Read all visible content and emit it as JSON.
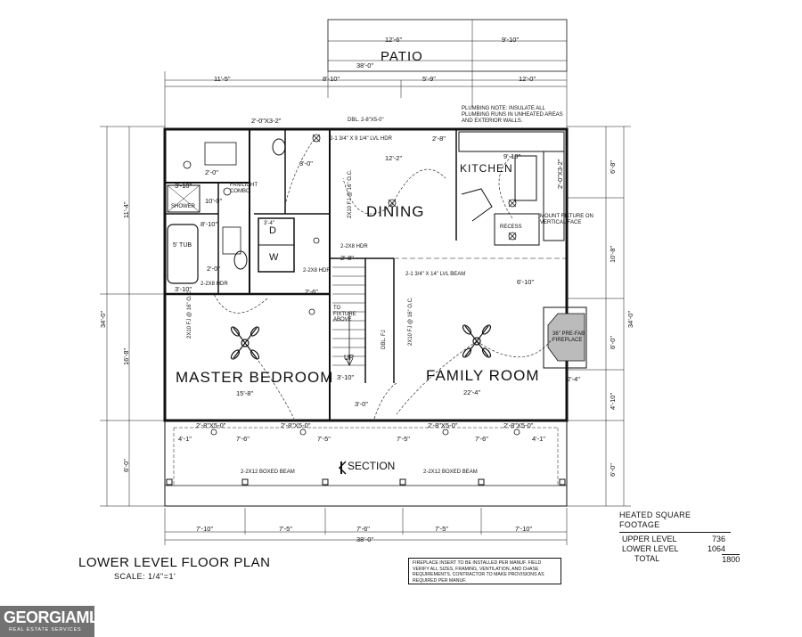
{
  "drawing": {
    "title": "LOWER LEVEL FLOOR PLAN",
    "scale": "SCALE: 1/4\"=1'"
  },
  "rooms": {
    "patio": "PATIO",
    "kitchen": "KITCHEN",
    "dining": "DINING",
    "master_bedroom": "MASTER BEDROOM",
    "family_room": "FAMILY ROOM",
    "section": "SECTION",
    "up": "UP",
    "d": "D",
    "w": "W",
    "shower": "SHOWER",
    "tub": "5' TUB",
    "fan_light": "FAN/LIGHT COMBO",
    "recess": "RECESS",
    "to_fixture": "TO FIXTURE ABOVE",
    "fireplace": "36\" PRE-FAB FIREPLACE",
    "mount_fixture": "MOUNT FIXTURE ON VERTICAL FACE"
  },
  "notes": {
    "plumbing": "PLUMBING NOTE: INSULATE ALL PLUMBING RUNS IN UNHEATED AREAS AND EXTERIOR WALLS.",
    "fireplace": "FIREPLACE INSERT TO BE INSTALLED PER MANUF. FIELD VERIFY ALL SIZES, FRAMING, VENTILATION, AND CHASE REQUIREMENTS. CONTRACTOR TO MAKE PROVISIONS AS REQUIRED PER MANUF."
  },
  "beams": {
    "hdr_top": "DBL. 2-8\"X5-0\"",
    "lvl_top": "2-1 3/4\" X 9 1/4\" LVL HDR",
    "lvl_mid": "2-1 3/4\" X 14\" LVL BEAM",
    "hdr_2x8_a": "2-2X8 HDR",
    "hdr_2x8_b": "2-2X8 HDR",
    "hdr_2x8_c": "2-2X8 HDR",
    "boxed_left": "2-2X12 BOXED BEAM",
    "boxed_right": "2-2X12 BOXED BEAM",
    "joist_dining": "2X10 FJ @ 16\" O.C.",
    "joist_bed": "2X10 FJ @ 16\" O.C.",
    "joist_family": "2X10 FJ @ 16\" O.C.",
    "dbl_fj": "DBL. FJ"
  },
  "dims": {
    "top_patio_a": "12'-6\"",
    "top_patio_b": "9'-10\"",
    "top_overall": "38'-0\"",
    "top_1": "11'-5\"",
    "top_2": "8'-10\"",
    "top_3": "5'-9\"",
    "top_4": "12'-0\"",
    "bottom_1": "7'-10\"",
    "bottom_2": "7'-5\"",
    "bottom_3": "7'-6\"",
    "bottom_4": "7'-5\"",
    "bottom_5": "7'-10\"",
    "bottom_overall": "38'-0\"",
    "porch_1": "4'-1\"",
    "porch_2": "7'-6\"",
    "porch_3": "7'-5\"",
    "porch_4": "7'-5\"",
    "porch_5": "7'-6\"",
    "porch_6": "4'-1\"",
    "left_overall": "34'-0\"",
    "left_1": "11'-4\"",
    "left_2": "16'-8\"",
    "left_3": "6'-0\"",
    "right_overall": "34'-0\"",
    "right_1": "6'-8\"",
    "right_2": "10'-8\"",
    "right_3": "6'-0\"",
    "right_4": "4'-10\"",
    "right_5": "6'-0\"",
    "master_width": "15'-8\"",
    "family_width": "22'-4\"",
    "dining_width": "12'-2\"",
    "kitchen_width": "9'-10\"",
    "family_side": "6'-10\"",
    "fireplace_w": "2'-4\"",
    "bath_1": "3'-10\"",
    "bath_2": "10'-0\"",
    "bath_3": "8'-10\"",
    "bath_4": "3'-10\"",
    "bath_5": "2'-0\"",
    "bath_6": "2'-0\"",
    "door_1": "2'-0\"X3-2\"",
    "door_2": "2'-8\"",
    "door_3": "2'-8\"X5-0\"",
    "door_4": "2'-8\"X5-0\"",
    "door_5": "2'-8\"X5-0\"",
    "door_6": "2'-8\"X5-0\"",
    "door_7": "2'-0\"X3-2\"",
    "stair_w": "3'-10\"",
    "stair_2": "3'-0\"",
    "small_1": "3'-4\"",
    "small_2": "2'-6\"",
    "small_3": "2'-8\"",
    "small_4": "3'-0\""
  },
  "sqft": {
    "heading": "HEATED SQUARE FOOTAGE",
    "upper_label": "UPPER LEVEL",
    "upper_value": "736",
    "lower_label": "LOWER LEVEL",
    "lower_value": "1064",
    "total_label": "TOTAL",
    "total_value": "1800"
  },
  "logo": {
    "brand": "GEORGIAMLS",
    "tag": "REAL ESTATE SERVICES"
  }
}
